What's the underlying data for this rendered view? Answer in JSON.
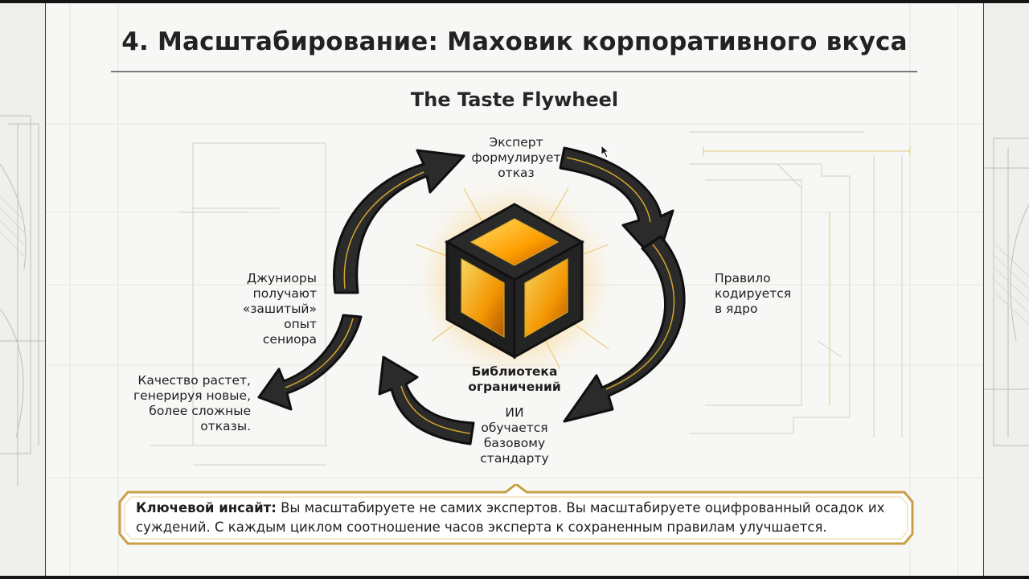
{
  "slide": {
    "title": "4. Масштабирование: Маховик корпоративного вкуса",
    "subtitle": "The Taste Flywheel"
  },
  "flywheel": {
    "center_label": "Библиотека\nограничений",
    "steps": [
      {
        "label": "Эксперт\nформулирует\nотказ"
      },
      {
        "label": "Правило\nкодируется\nв ядро"
      },
      {
        "label": "ИИ\nобучается\nбазовому\nстандарту"
      },
      {
        "label": "Джуниоры\nполучают\n«зашитый» опыт\nсениора"
      },
      {
        "label": "Качество растет,\nгенерируя новые,\nболее сложные\nотказы."
      }
    ]
  },
  "insight": {
    "lead": "Ключевой инсайт:",
    "text": " Вы масштабируете не самих экспертов. Вы масштабируете оцифрованный осадок их суждений. С каждым циклом соотношение часов эксперта к сохраненным правилам улучшается."
  },
  "colors": {
    "arrow_dark": "#2b2b2b",
    "arrow_edge": "#0f0f0f",
    "gold": "#d4a52a",
    "glow": "#ffb300",
    "insight_border": "#c9a046"
  }
}
